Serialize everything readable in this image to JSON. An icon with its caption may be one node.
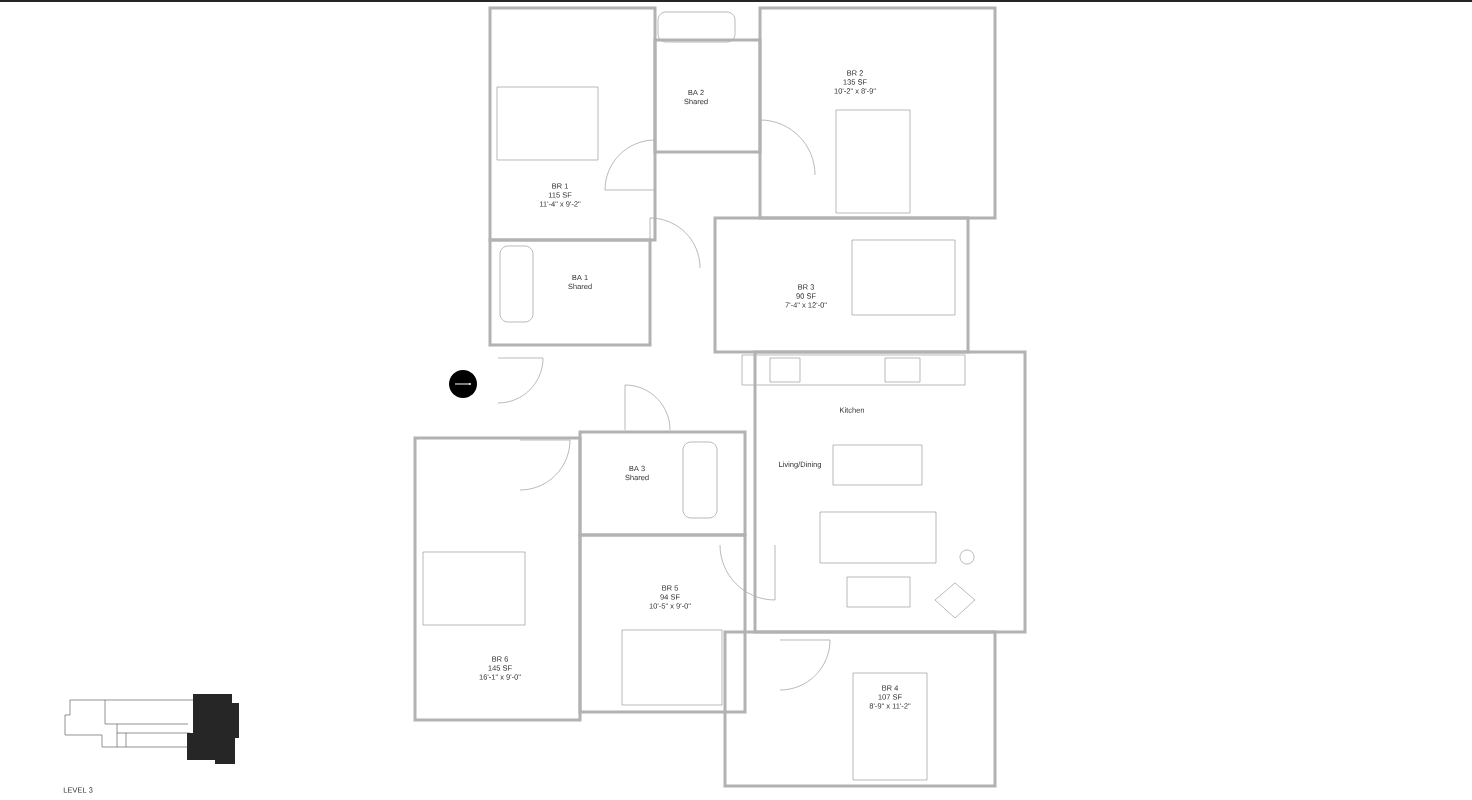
{
  "diagram": {
    "nodes": [
      {
        "text": [
          "BR 1",
          "115 SF",
          "11'-4\" x 9'-2\""
        ]
      },
      {
        "text": [
          "BA 2",
          "Shared"
        ]
      },
      {
        "text": [
          "BR 2",
          "135 SF",
          "10'-2\" x 8'-9\""
        ]
      },
      {
        "text": [
          "BA 1",
          "Shared"
        ]
      },
      {
        "text": [
          "BR 3",
          "90 SF",
          "7'-4\" x 12'-0\""
        ]
      },
      {
        "text": [
          "Kitchen",
          "Living/Dining"
        ]
      },
      {
        "text": [
          "BA 3",
          "Shared"
        ]
      },
      {
        "text": [
          "BR 5",
          "94 SF",
          "10'-5\" x 9'-0\""
        ]
      },
      {
        "text": [
          "BR 6",
          "145 SF",
          "16'-1\" x 9'-0\""
        ]
      },
      {
        "text": [
          "BR 4",
          "107 SF",
          "8'-9\" x 11'-2\""
        ]
      }
    ],
    "labels": [
      "LEVEL 3"
    ]
  }
}
